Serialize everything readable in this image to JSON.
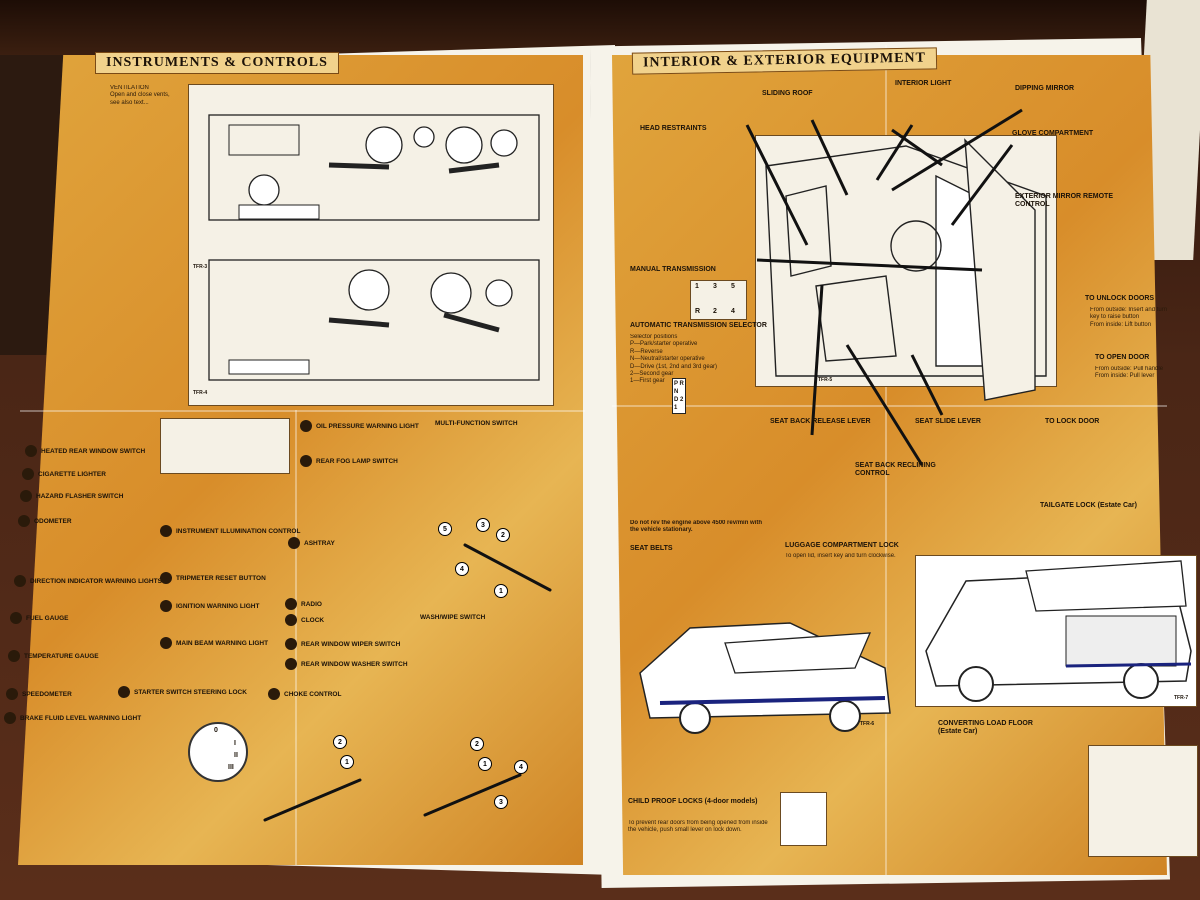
{
  "left_sheet": {
    "title": "INSTRUMENTS & CONTROLS",
    "figure_codes": [
      "TFR-3",
      "TFR-4"
    ],
    "intro_text": "VENTILATION\nOpen and close vents,\nsee also text...",
    "legend_items": [
      {
        "num": "",
        "label": "HEATED REAR WINDOW SWITCH"
      },
      {
        "num": "",
        "label": "CIGARETTE LIGHTER"
      },
      {
        "num": "",
        "label": "HAZARD FLASHER SWITCH"
      },
      {
        "num": "",
        "label": "ODOMETER"
      },
      {
        "num": "",
        "label": "DIRECTION INDICATOR WARNING LIGHTS"
      },
      {
        "num": "",
        "label": "FUEL GAUGE"
      },
      {
        "num": "",
        "label": "TEMPERATURE GAUGE"
      },
      {
        "num": "",
        "label": "SPEEDOMETER"
      },
      {
        "num": "",
        "label": "BRAKE FLUID LEVEL WARNING LIGHT"
      },
      {
        "num": "",
        "label": "INSTRUMENT ILLUMINATION CONTROL"
      },
      {
        "num": "",
        "label": "TRIPMETER RESET BUTTON"
      },
      {
        "num": "",
        "label": "IGNITION WARNING LIGHT"
      },
      {
        "num": "",
        "label": "MAIN BEAM WARNING LIGHT"
      },
      {
        "num": "",
        "label": "STARTER SWITCH STEERING LOCK"
      },
      {
        "num": "",
        "label": "OIL PRESSURE WARNING LIGHT"
      },
      {
        "num": "",
        "label": "REAR FOG LAMP SWITCH"
      },
      {
        "num": "",
        "label": "ASHTRAY"
      },
      {
        "num": "",
        "label": "RADIO"
      },
      {
        "num": "",
        "label": "CLOCK"
      },
      {
        "num": "",
        "label": "REAR WINDOW WIPER SWITCH"
      },
      {
        "num": "",
        "label": "REAR WINDOW WASHER SWITCH"
      },
      {
        "num": "",
        "label": "CHOKE CONTROL"
      },
      {
        "num": "",
        "label": "MULTI-FUNCTION SWITCH"
      },
      {
        "num": "",
        "label": "WASH/WIPE SWITCH"
      }
    ],
    "ignition_positions": [
      "0",
      "I",
      "II",
      "III"
    ],
    "stalk_numbers_a": [
      "5",
      "3",
      "2",
      "4",
      "1"
    ],
    "stalk_numbers_b": [
      "2",
      "1"
    ],
    "stalk_numbers_c": [
      "2",
      "1",
      "3",
      "4"
    ]
  },
  "right_sheet": {
    "title": "INTERIOR & EXTERIOR EQUIPMENT",
    "figure_codes": [
      "TFR-5",
      "TFR-6",
      "TFR-7"
    ],
    "callouts": [
      {
        "label": "HEAD RESTRAINTS"
      },
      {
        "label": "SLIDING ROOF"
      },
      {
        "label": "INTERIOR LIGHT"
      },
      {
        "label": "DIPPING MIRROR"
      },
      {
        "label": "GLOVE COMPARTMENT"
      },
      {
        "label": "EXTERIOR MIRROR REMOTE CONTROL"
      },
      {
        "label": "MANUAL TRANSMISSION"
      },
      {
        "label": "AUTOMATIC TRANSMISSION SELECTOR"
      },
      {
        "label": "TO UNLOCK DOORS"
      },
      {
        "label": "TO OPEN DOOR"
      },
      {
        "label": "SEAT BACK RELEASE LEVER"
      },
      {
        "label": "SEAT BACK RECLINING CONTROL"
      },
      {
        "label": "SEAT SLIDE LEVER"
      },
      {
        "label": "TO LOCK DOOR"
      },
      {
        "label": "SEAT BELTS"
      },
      {
        "label": "LUGGAGE COMPARTMENT LOCK"
      },
      {
        "label": "TAILGATE LOCK (Estate Car)"
      },
      {
        "label": "CHILD PROOF LOCKS (4-door models)"
      },
      {
        "label": "CONVERTING LOAD FLOOR (Estate Car)"
      }
    ],
    "gear_positions": [
      "1",
      "3",
      "5",
      "R",
      "2",
      "4"
    ],
    "auto_selector": "P R N D 2 1",
    "auto_text": "Selector positions\nP—Park/starter operative\nR—Reverse\nN—Neutral/starter operative\nD—Drive (1st, 2nd and 3rd gear)\n2—Second gear\n1—First gear",
    "safety_note": "Do not rev the engine above 4500 rev/min with the vehicle stationary.",
    "unlock_text": "From outside: Insert and turn key to raise button\nFrom inside: Lift button",
    "open_text": "From outside: Pull handle\nFrom inside: Pull lever",
    "child_lock_text": "To prevent rear doors from being opened from inside the vehicle, push small lever on lock down.",
    "luggage_text": "To open lid, insert key and turn clockwise."
  },
  "colors": {
    "panel_orange": "#d88d2a",
    "paper": "#f6f3ea",
    "ink": "#1b1208",
    "wood": "#4a2616"
  }
}
